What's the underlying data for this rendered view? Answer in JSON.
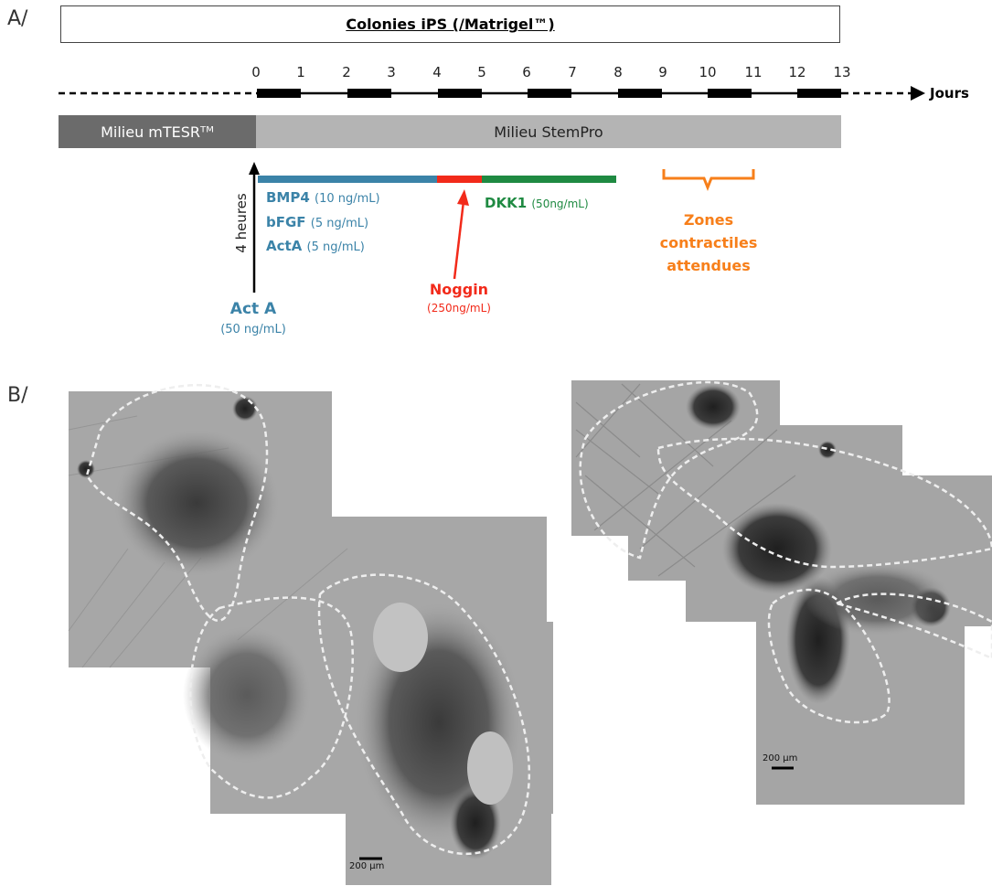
{
  "panel_a": {
    "label": "A/",
    "title": "Colonies iPS (/Matrigel™)",
    "days": [
      "0",
      "1",
      "2",
      "3",
      "4",
      "5",
      "6",
      "7",
      "8",
      "9",
      "10",
      "11",
      "12",
      "13"
    ],
    "axis_label": "Jours",
    "media": {
      "mtesr": "Milieu mTESRᵀᴹ",
      "stempro": "Milieu StemPro"
    },
    "duration_label": "4 heures",
    "act_a": {
      "name": "Act A",
      "dose": "(50 ng/mL)"
    },
    "factors": [
      {
        "name": "BMP4",
        "dose": "(10 ng/mL)"
      },
      {
        "name": "bFGF",
        "dose": "(5 ng/mL)"
      },
      {
        "name": "ActA",
        "dose": "(5 ng/mL)"
      }
    ],
    "noggin": {
      "name": "Noggin",
      "dose": "(250ng/mL)"
    },
    "dkk1": {
      "name": "DKK1",
      "dose": "(50ng/mL)"
    },
    "zones": {
      "line1": "Zones",
      "line2": "contractiles",
      "line3": "attendues"
    },
    "colors": {
      "teal": "#3b83a8",
      "red": "#f22a1a",
      "green": "#1f8a42",
      "orange": "#f77f1a",
      "mtesr_bg": "#6b6b6b",
      "stempro_bg": "#b4b4b4"
    }
  },
  "panel_b": {
    "label": "B/",
    "scale_bar_left": "200 µm",
    "scale_bar_right": "200 µm"
  }
}
